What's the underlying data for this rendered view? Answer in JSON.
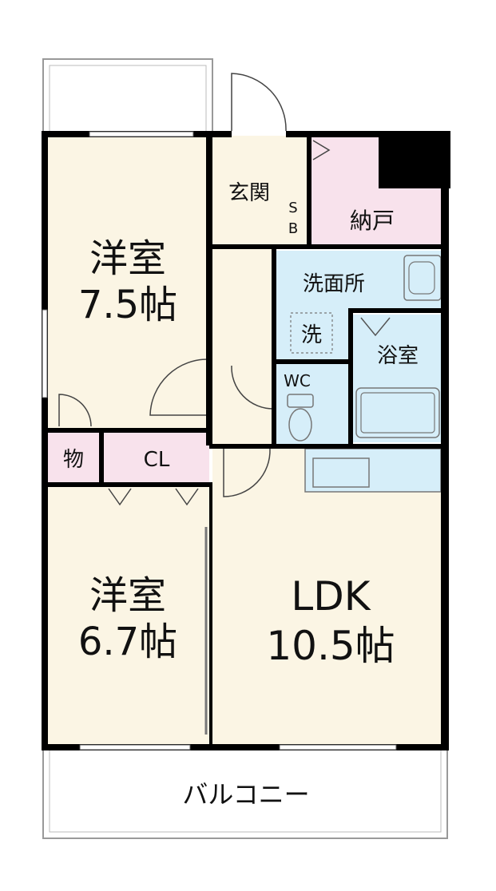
{
  "rooms": {
    "western_1": {
      "name": "洋室",
      "size": "7.5帖"
    },
    "western_2": {
      "name": "洋室",
      "size": "6.7帖"
    },
    "ldk": {
      "name": "LDK",
      "size": "10.5帖"
    },
    "entrance": "玄関",
    "storeroom": "納戸",
    "shoe_box": [
      "S",
      "B"
    ],
    "washroom": "洗面所",
    "washer": "洗",
    "bathroom": "浴室",
    "toilet": "WC",
    "storage": "物",
    "closet": "CL",
    "balcony": "バルコニー"
  },
  "colors": {
    "room_fill": "#fbf5e4",
    "wet_area_fill": "#d6eef9",
    "storage_fill": "#f8e2ec",
    "wall": "#000000"
  }
}
